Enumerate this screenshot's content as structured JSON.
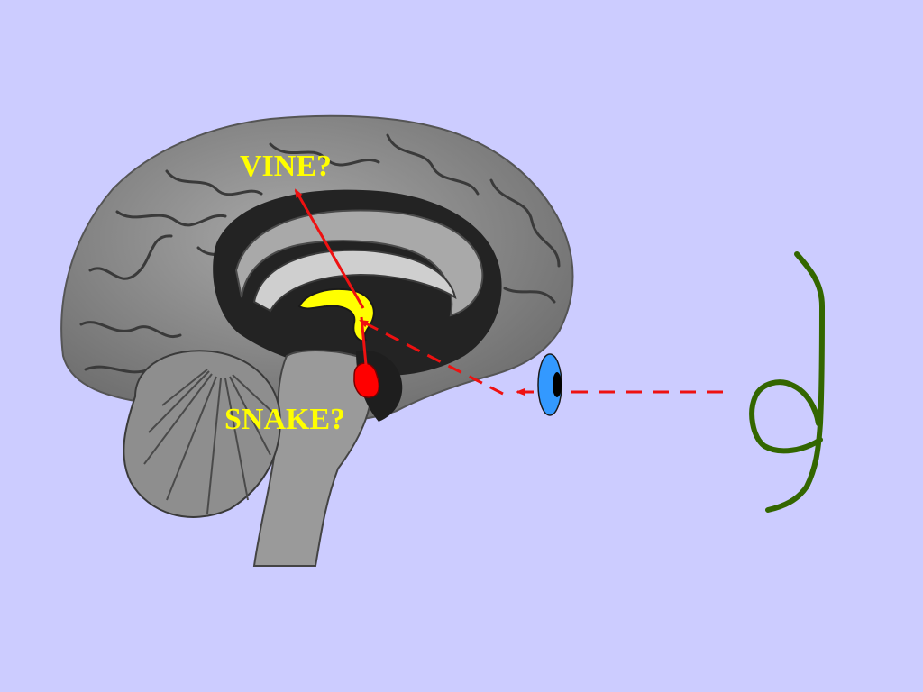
{
  "labels": {
    "top": "VINE?",
    "bottom": "SNAKE?"
  },
  "colors": {
    "background": "#ccccff",
    "label_text": "#ffff00",
    "thalamus": "#ffff00",
    "amygdala": "#ff0000",
    "pathway": "#ee1111",
    "eye_iris": "#3399ff",
    "eye_pupil": "#000000",
    "object_stroke": "#336600",
    "brain_light": "#a8a8a8",
    "brain_mid": "#6e6e6e",
    "brain_dark": "#232323"
  },
  "icons": {
    "brain": "brain-sagittal-section",
    "eye": "eye-icon",
    "object": "coiled-vine-or-snake-shape"
  }
}
